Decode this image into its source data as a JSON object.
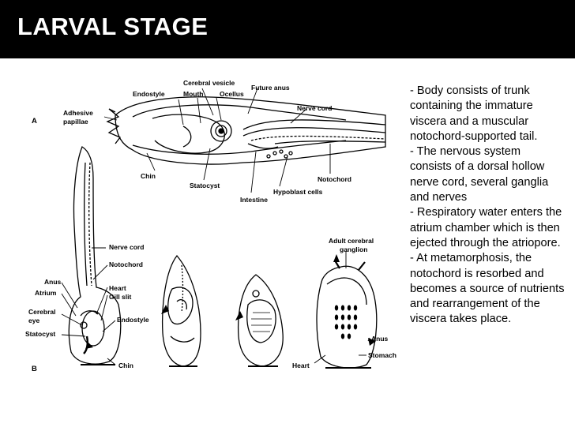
{
  "slide": {
    "title": "LARVAL STAGE"
  },
  "figure": {
    "panel_a": "A",
    "panel_b": "B",
    "labels_a": {
      "cerebral_vesicle": "Cerebral vesicle",
      "future_anus": "Future anus",
      "endostyle": "Endostyle",
      "mouth": "Mouth",
      "ocellus": "Ocellus",
      "nerve_cord": "Nerve cord",
      "adhesive": "Adhesive",
      "papillae": "papillae",
      "chin": "Chin",
      "statocyst": "Statocyst",
      "notochord": "Notochord",
      "hypoblast_cells": "Hypoblast cells",
      "intestine": "Intestine"
    },
    "labels_b": {
      "nerve_cord": "Nerve cord",
      "notochord": "Notochord",
      "anus": "Anus",
      "atrium": "Atrium",
      "heart": "Heart",
      "gill_slit": "Gill slit",
      "cerebral": "Cerebral",
      "eye": "eye",
      "endostyle": "Endostyle",
      "statocyst": "Statocyst",
      "chin": "Chin",
      "adult_cerebral": "Adult cerebral",
      "ganglion": "ganglion",
      "anus_right": "Anus",
      "stomach": "Stomach",
      "heart_right": "Heart"
    }
  },
  "description": [
    "- Body consists of trunk containing the immature viscera and a muscular notochord-supported tail.",
    "- The nervous system consists of a dorsal hollow nerve cord, several ganglia and nerves",
    "- Respiratory water enters the atrium chamber which is then ejected through the atriopore.",
    "- At metamorphosis, the notochord is resorbed and becomes a source of nutrients and rearrangement of the viscera takes place."
  ]
}
